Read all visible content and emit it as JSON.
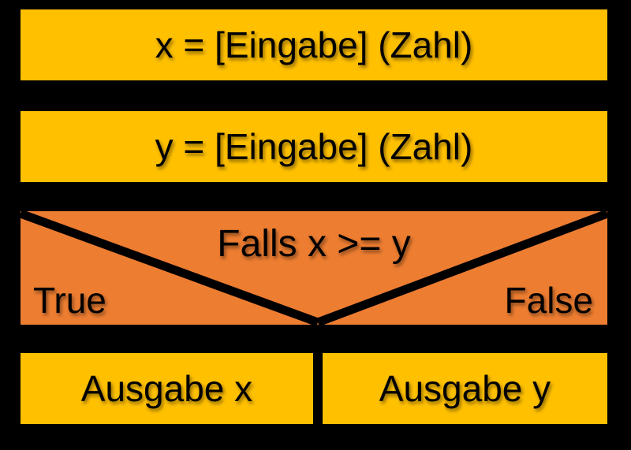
{
  "colors": {
    "background": "#000000",
    "process_box": "#FFC000",
    "condition_box": "#ED7D31",
    "text": "#000000",
    "divider_lines": "#000000"
  },
  "diagram": {
    "type": "nassi-shneiderman-structogram",
    "input_x": "x = [Eingabe] (Zahl)",
    "input_y": "y = [Eingabe] (Zahl)",
    "condition": "Falls x >= y",
    "branch_true": "True",
    "branch_false": "False",
    "output_true": "Ausgabe x",
    "output_false": "Ausgabe y"
  }
}
